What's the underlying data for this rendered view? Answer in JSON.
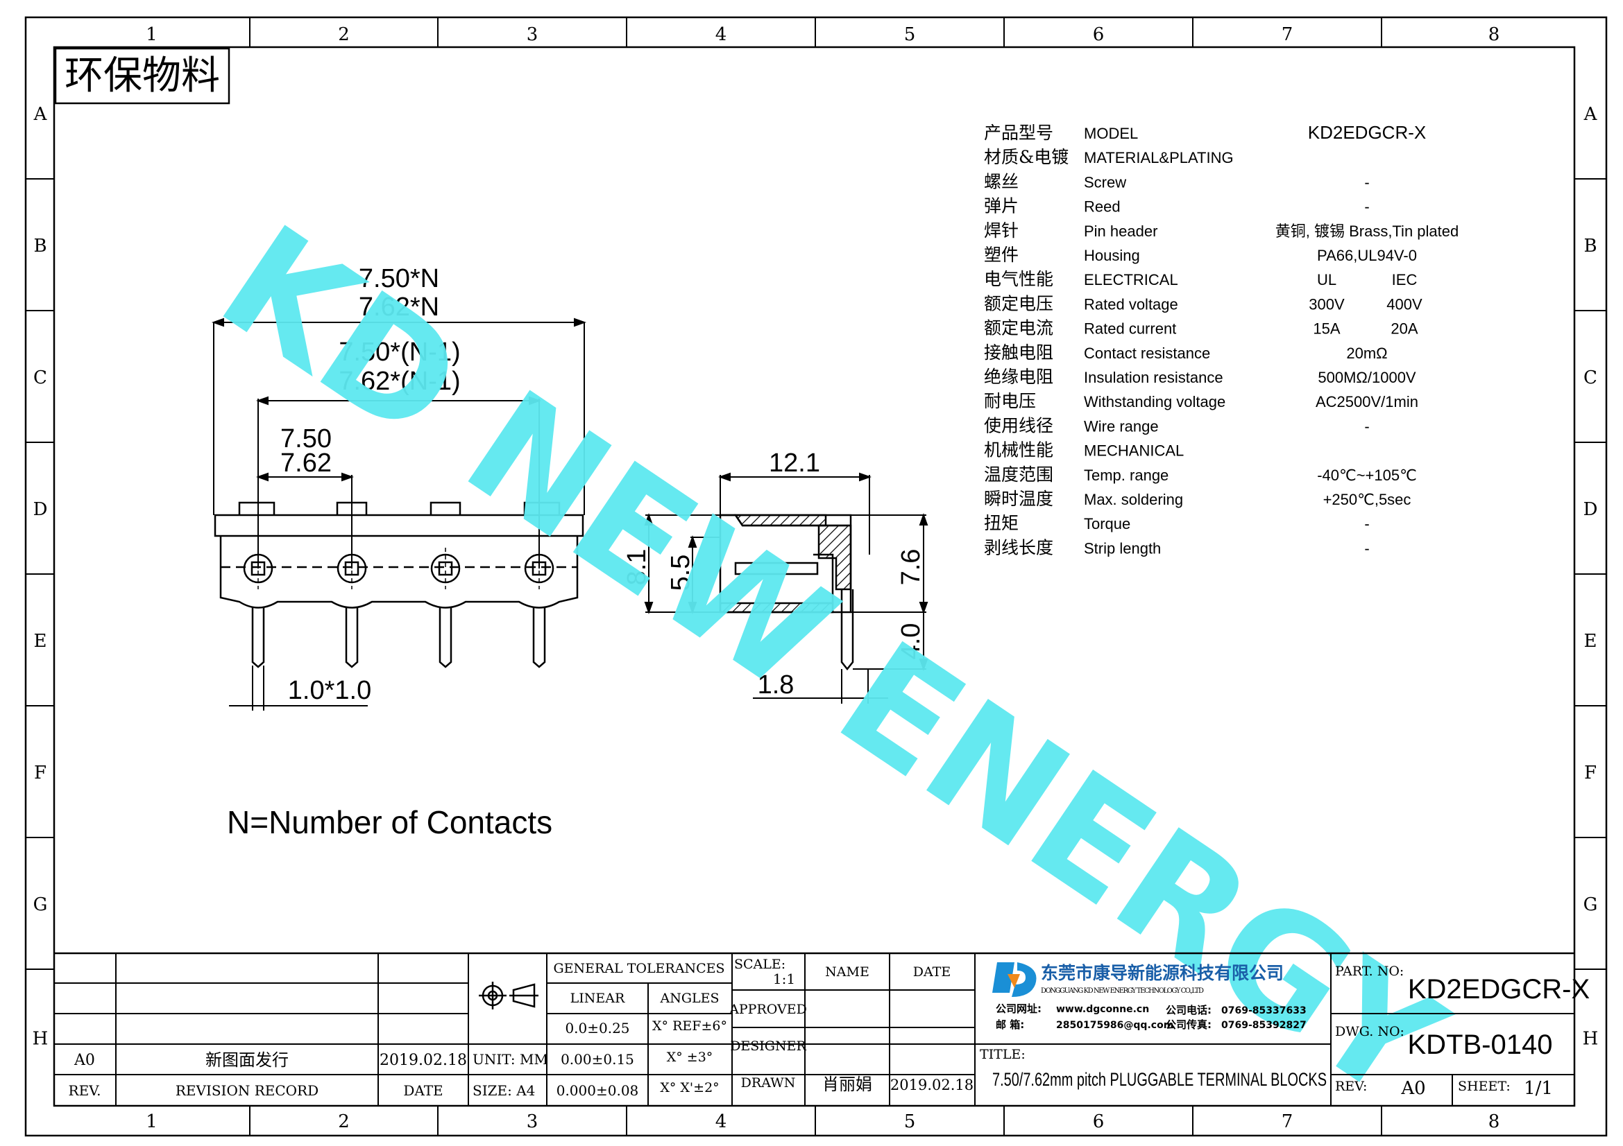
{
  "frame": {
    "col_labels": [
      "1",
      "2",
      "3",
      "4",
      "5",
      "6",
      "7",
      "8"
    ],
    "row_labels": [
      "A",
      "B",
      "C",
      "D",
      "E",
      "F",
      "G",
      "H"
    ]
  },
  "eco_label": "环保物料",
  "watermark": "KD NEW ENERGY",
  "front_view": {
    "dim_total_a": "7.50*N",
    "dim_total_b": "7.62*N",
    "dim_span_a": "7.50*(N-1)",
    "dim_span_b": "7.62*(N-1)",
    "dim_pitch_a": "7.50",
    "dim_pitch_b": "7.62",
    "dim_pin": "1.0*1.0",
    "contacts_count": 4
  },
  "side_view": {
    "dim_depth": "12.1",
    "dim_height": "8.1",
    "dim_inner": "5.5",
    "dim_right": "7.6",
    "dim_pin_len": "4.0",
    "dim_offset": "1.8"
  },
  "note": "N=Number of Contacts",
  "spec_table": [
    {
      "cn": "产品型号",
      "en": "MODEL",
      "v1": "KD2EDGCR-X",
      "v2": ""
    },
    {
      "cn": "材质&电镀",
      "en": "MATERIAL&PLATING",
      "v1": "",
      "v2": ""
    },
    {
      "cn": "螺丝",
      "en": "Screw",
      "v1": "-",
      "v2": ""
    },
    {
      "cn": "弹片",
      "en": "Reed",
      "v1": "-",
      "v2": ""
    },
    {
      "cn": "焊针",
      "en": "Pin header",
      "v1": "黄铜, 镀锡 Brass,Tin plated",
      "v2": ""
    },
    {
      "cn": "塑件",
      "en": "Housing",
      "v1": "PA66,UL94V-0",
      "v2": ""
    },
    {
      "cn": "电气性能",
      "en": "ELECTRICAL",
      "v1": "UL",
      "v2": "IEC"
    },
    {
      "cn": "额定电压",
      "en": "Rated voltage",
      "v1": "300V",
      "v2": "400V"
    },
    {
      "cn": "额定电流",
      "en": "Rated current",
      "v1": "15A",
      "v2": "20A"
    },
    {
      "cn": "接触电阻",
      "en": "Contact resistance",
      "v1": "20mΩ",
      "v2": ""
    },
    {
      "cn": "绝缘电阻",
      "en": "Insulation resistance",
      "v1": "500MΩ/1000V",
      "v2": ""
    },
    {
      "cn": "耐电压",
      "en": "Withstanding voltage",
      "v1": "AC2500V/1min",
      "v2": ""
    },
    {
      "cn": "使用线径",
      "en": "Wire range",
      "v1": "-",
      "v2": ""
    },
    {
      "cn": "机械性能",
      "en": "MECHANICAL",
      "v1": "",
      "v2": ""
    },
    {
      "cn": "温度范围",
      "en": "Temp. range",
      "v1": "-40℃~+105℃",
      "v2": ""
    },
    {
      "cn": "瞬时温度",
      "en": "Max. soldering",
      "v1": "+250℃,5sec",
      "v2": ""
    },
    {
      "cn": "扭矩",
      "en": "Torque",
      "v1": "-",
      "v2": ""
    },
    {
      "cn": "剥线长度",
      "en": "Strip length",
      "v1": "-",
      "v2": ""
    }
  ],
  "title_block": {
    "rev_row": {
      "rev": "A0",
      "record": "新图面发行",
      "date": "2019.02.18"
    },
    "header_row": {
      "rev": "REV.",
      "record": "REVISION RECORD",
      "date": "DATE"
    },
    "unit": "UNIT: MM",
    "size": "SIZE: A4",
    "general_tolerances": "GENERAL TOLERANCES",
    "linear": "LINEAR",
    "angles": "ANGLES",
    "tol_linear": [
      "0.0±0.25",
      "0.00±0.15",
      "0.000±0.08"
    ],
    "tol_angles": [
      "X° REF±6°",
      "X° ±3°",
      "X° X'±2°"
    ],
    "scale_label": "SCALE:",
    "scale_value": "1:1",
    "name": "NAME",
    "date": "DATE",
    "approved": "APPROVED",
    "designer": "DESIGNER",
    "drawn": "DRAWN",
    "drawn_name": "肖丽娟",
    "drawn_date": "2019.02.18",
    "company_cn": "东莞市康导新能源科技有限公司",
    "company_en": "DONGGUANG KD NEW ENERGY TECHNOLOGY CO.,LTD",
    "website_label": "公司网址:",
    "website": "www.dgconne.cn",
    "email_label": "邮      箱:",
    "email": "2850175986@qq.com",
    "phone_label": "公司电话:",
    "phone": "0769-85337633",
    "fax_label": "公司传真:",
    "fax": "0769-85392827",
    "title_label": "TITLE:",
    "title": "7.50/7.62mm pitch PLUGGABLE TERMINAL BLOCKS",
    "part_no_label": "PART. NO:",
    "part_no": "KD2EDGCR-X",
    "dwg_no_label": "DWG. NO:",
    "dwg_no": "KDTB-0140",
    "rev_label": "REV:",
    "rev_value": "A0",
    "sheet_label": "SHEET:",
    "sheet_value": "1/1"
  },
  "colors": {
    "watermark": "#5de8f0",
    "logo": "#1a8fd6",
    "line": "#000000"
  },
  "icons": [
    "projection-symbol-icon",
    "company-logo-icon"
  ]
}
